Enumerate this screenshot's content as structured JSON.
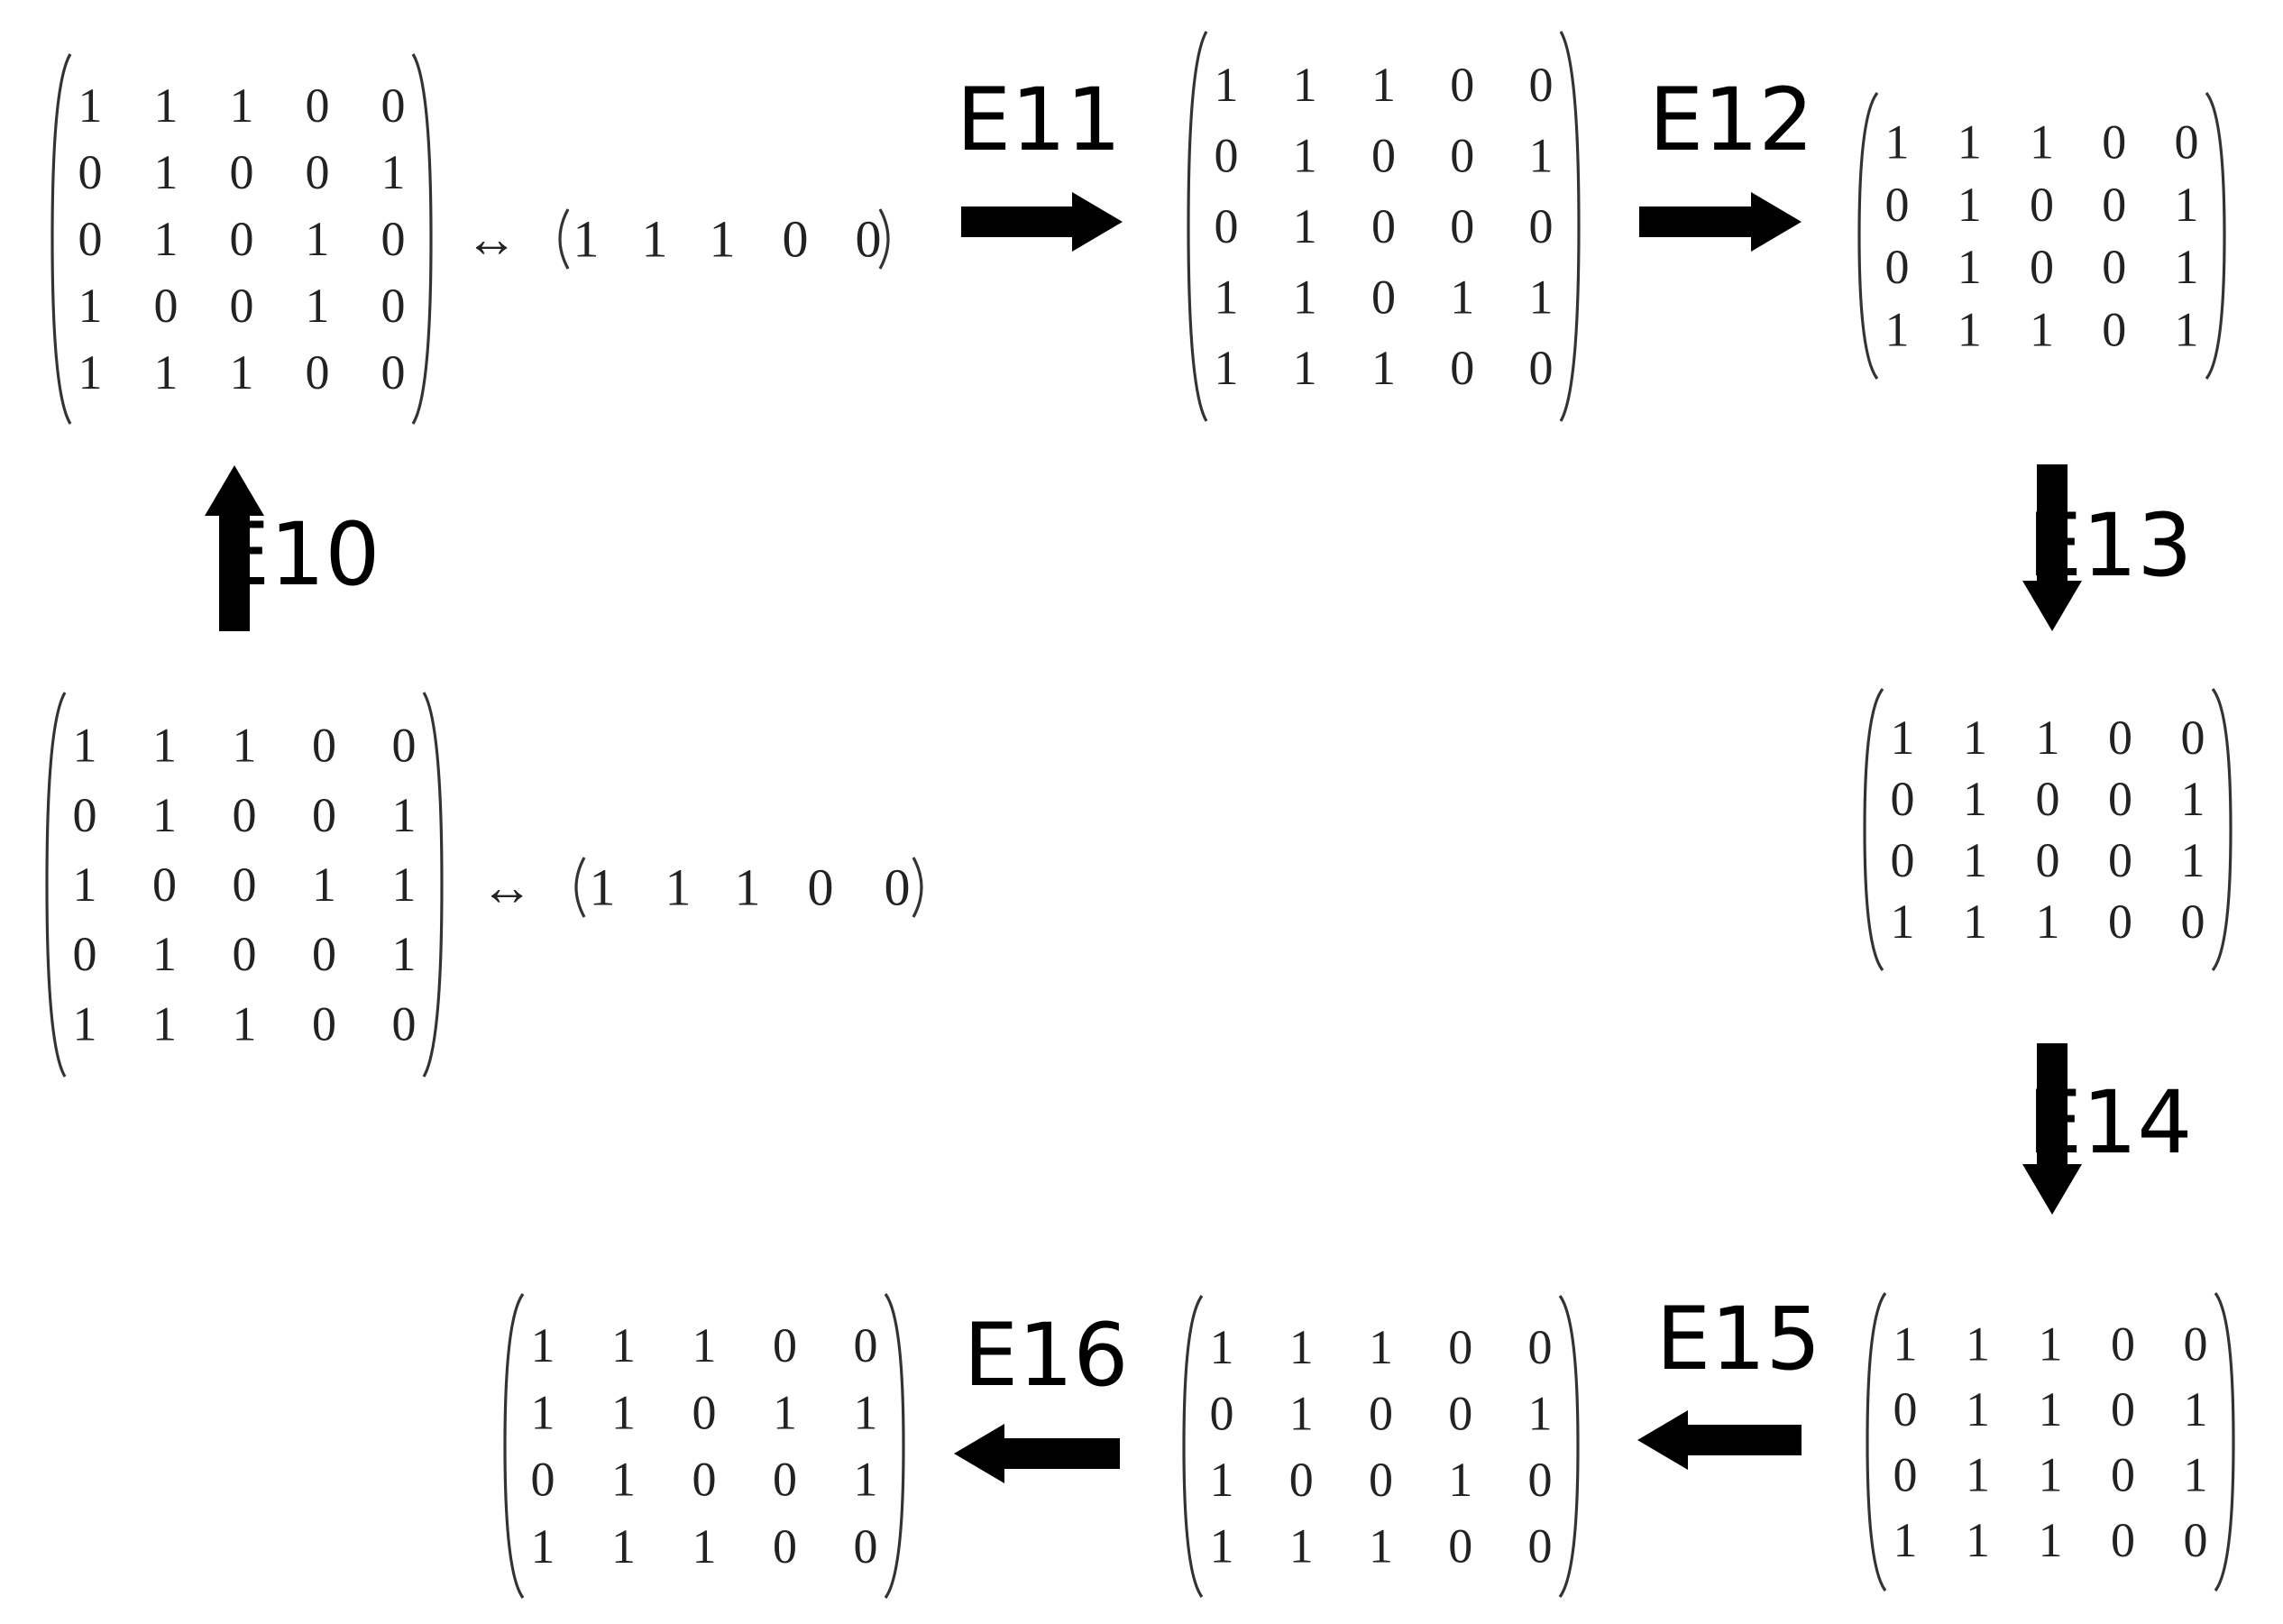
{
  "matrices": [
    {
      "id": "m_top_left",
      "rows": [
        [
          "1",
          "1",
          "1",
          "0",
          "0"
        ],
        [
          "0",
          "1",
          "0",
          "0",
          "1"
        ],
        [
          "0",
          "1",
          "0",
          "1",
          "0"
        ],
        [
          "1",
          "0",
          "0",
          "1",
          "0"
        ],
        [
          "1",
          "1",
          "1",
          "0",
          "0"
        ]
      ]
    },
    {
      "id": "m_top_mid",
      "rows": [
        [
          "1",
          "1",
          "1",
          "0",
          "0"
        ],
        [
          "0",
          "1",
          "0",
          "0",
          "1"
        ],
        [
          "0",
          "1",
          "0",
          "0",
          "0"
        ],
        [
          "1",
          "1",
          "0",
          "1",
          "1"
        ],
        [
          "1",
          "1",
          "1",
          "0",
          "0"
        ]
      ]
    },
    {
      "id": "m_top_right",
      "rows": [
        [
          "1",
          "1",
          "1",
          "0",
          "0"
        ],
        [
          "0",
          "1",
          "0",
          "0",
          "1"
        ],
        [
          "0",
          "1",
          "0",
          "0",
          "1"
        ],
        [
          "1",
          "1",
          "1",
          "0",
          "1"
        ]
      ]
    },
    {
      "id": "m_mid_right",
      "rows": [
        [
          "1",
          "1",
          "1",
          "0",
          "0"
        ],
        [
          "0",
          "1",
          "0",
          "0",
          "1"
        ],
        [
          "0",
          "1",
          "0",
          "0",
          "1"
        ],
        [
          "1",
          "1",
          "1",
          "0",
          "0"
        ]
      ]
    },
    {
      "id": "m_bottom_right",
      "rows": [
        [
          "1",
          "1",
          "1",
          "0",
          "0"
        ],
        [
          "0",
          "1",
          "1",
          "0",
          "1"
        ],
        [
          "0",
          "1",
          "1",
          "0",
          "1"
        ],
        [
          "1",
          "1",
          "1",
          "0",
          "0"
        ]
      ]
    },
    {
      "id": "m_bottom_mid",
      "rows": [
        [
          "1",
          "1",
          "1",
          "0",
          "0"
        ],
        [
          "0",
          "1",
          "0",
          "0",
          "1"
        ],
        [
          "1",
          "0",
          "0",
          "1",
          "0"
        ],
        [
          "1",
          "1",
          "1",
          "0",
          "0"
        ]
      ]
    },
    {
      "id": "m_bottom_left",
      "rows": [
        [
          "1",
          "1",
          "1",
          "0",
          "0"
        ],
        [
          "1",
          "1",
          "0",
          "1",
          "1"
        ],
        [
          "0",
          "1",
          "0",
          "0",
          "1"
        ],
        [
          "1",
          "1",
          "1",
          "0",
          "0"
        ]
      ]
    },
    {
      "id": "m_mid_left",
      "rows": [
        [
          "1",
          "1",
          "1",
          "0",
          "0"
        ],
        [
          "0",
          "1",
          "0",
          "0",
          "1"
        ],
        [
          "1",
          "0",
          "0",
          "1",
          "1"
        ],
        [
          "0",
          "1",
          "0",
          "0",
          "1"
        ],
        [
          "1",
          "1",
          "1",
          "0",
          "0"
        ]
      ]
    }
  ],
  "row_vectors": [
    {
      "id": "rv_top",
      "symbol": "↔",
      "values": [
        "1",
        "1",
        "1",
        "0",
        "0"
      ]
    },
    {
      "id": "rv_mid",
      "symbol": "↔",
      "values": [
        "1",
        "1",
        "1",
        "0",
        "0"
      ]
    }
  ],
  "steps": [
    {
      "id": "E10",
      "label": "E10",
      "direction": "up"
    },
    {
      "id": "E11",
      "label": "E11",
      "direction": "right"
    },
    {
      "id": "E12",
      "label": "E12",
      "direction": "right"
    },
    {
      "id": "E13",
      "label": "E13",
      "direction": "down"
    },
    {
      "id": "E14",
      "label": "E14",
      "direction": "down"
    },
    {
      "id": "E15",
      "label": "E15",
      "direction": "left"
    },
    {
      "id": "E16",
      "label": "E16",
      "direction": "left"
    }
  ]
}
